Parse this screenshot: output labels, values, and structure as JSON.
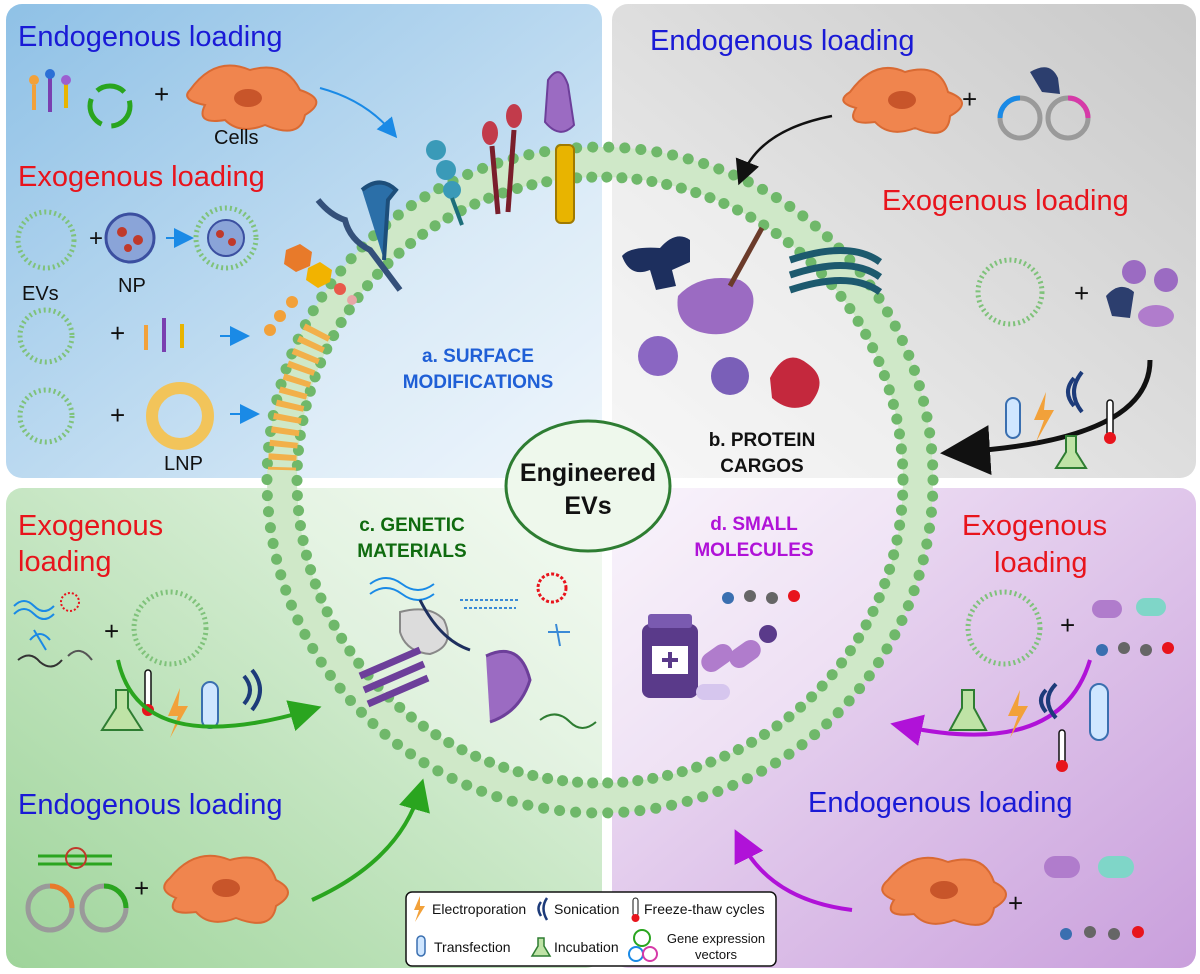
{
  "quadrants": {
    "top_left": {
      "endogenous_title": "Endogenous loading",
      "exogenous_title": "Exogenous loading",
      "cells_label": "Cells",
      "evs_label": "EVs",
      "np_label": "NP",
      "lnp_label": "LNP",
      "plus": "+"
    },
    "top_right": {
      "endogenous_title": "Endogenous loading",
      "exogenous_title": "Exogenous loading",
      "plus": "+"
    },
    "bottom_left": {
      "exogenous_title_line1": "Exogenous",
      "exogenous_title_line2": "loading",
      "endogenous_title": "Endogenous loading",
      "plus": "+"
    },
    "bottom_right": {
      "exogenous_title_line1": "Exogenous",
      "exogenous_title_line2": "loading",
      "endogenous_title": "Endogenous loading",
      "plus": "+"
    }
  },
  "center": {
    "line1": "Engineered",
    "line2": "EVs"
  },
  "sections": {
    "a_line1": "a. SURFACE",
    "a_line2": "MODIFICATIONS",
    "b_line1": "b. PROTEIN",
    "b_line2": "CARGOS",
    "c_line1": "c. GENETIC",
    "c_line2": "MATERIALS",
    "d_line1": "d. SMALL",
    "d_line2": "MOLECULES"
  },
  "legend": {
    "electroporation": "Electroporation",
    "sonication": "Sonication",
    "freeze_thaw": "Freeze-thaw cycles",
    "transfection": "Transfection",
    "incubation": "Incubation",
    "gene_vectors_line1": "Gene expression",
    "gene_vectors_line2": "vectors"
  },
  "colors": {
    "endogenous": "#1a1ad6",
    "exogenous": "#e8141c",
    "surface": "#1f5fd6",
    "protein": "#111111",
    "genetic": "#0f6b0f",
    "small_molecules": "#b012d8",
    "membrane": "#6fb86a",
    "cell": "#f0854e"
  }
}
